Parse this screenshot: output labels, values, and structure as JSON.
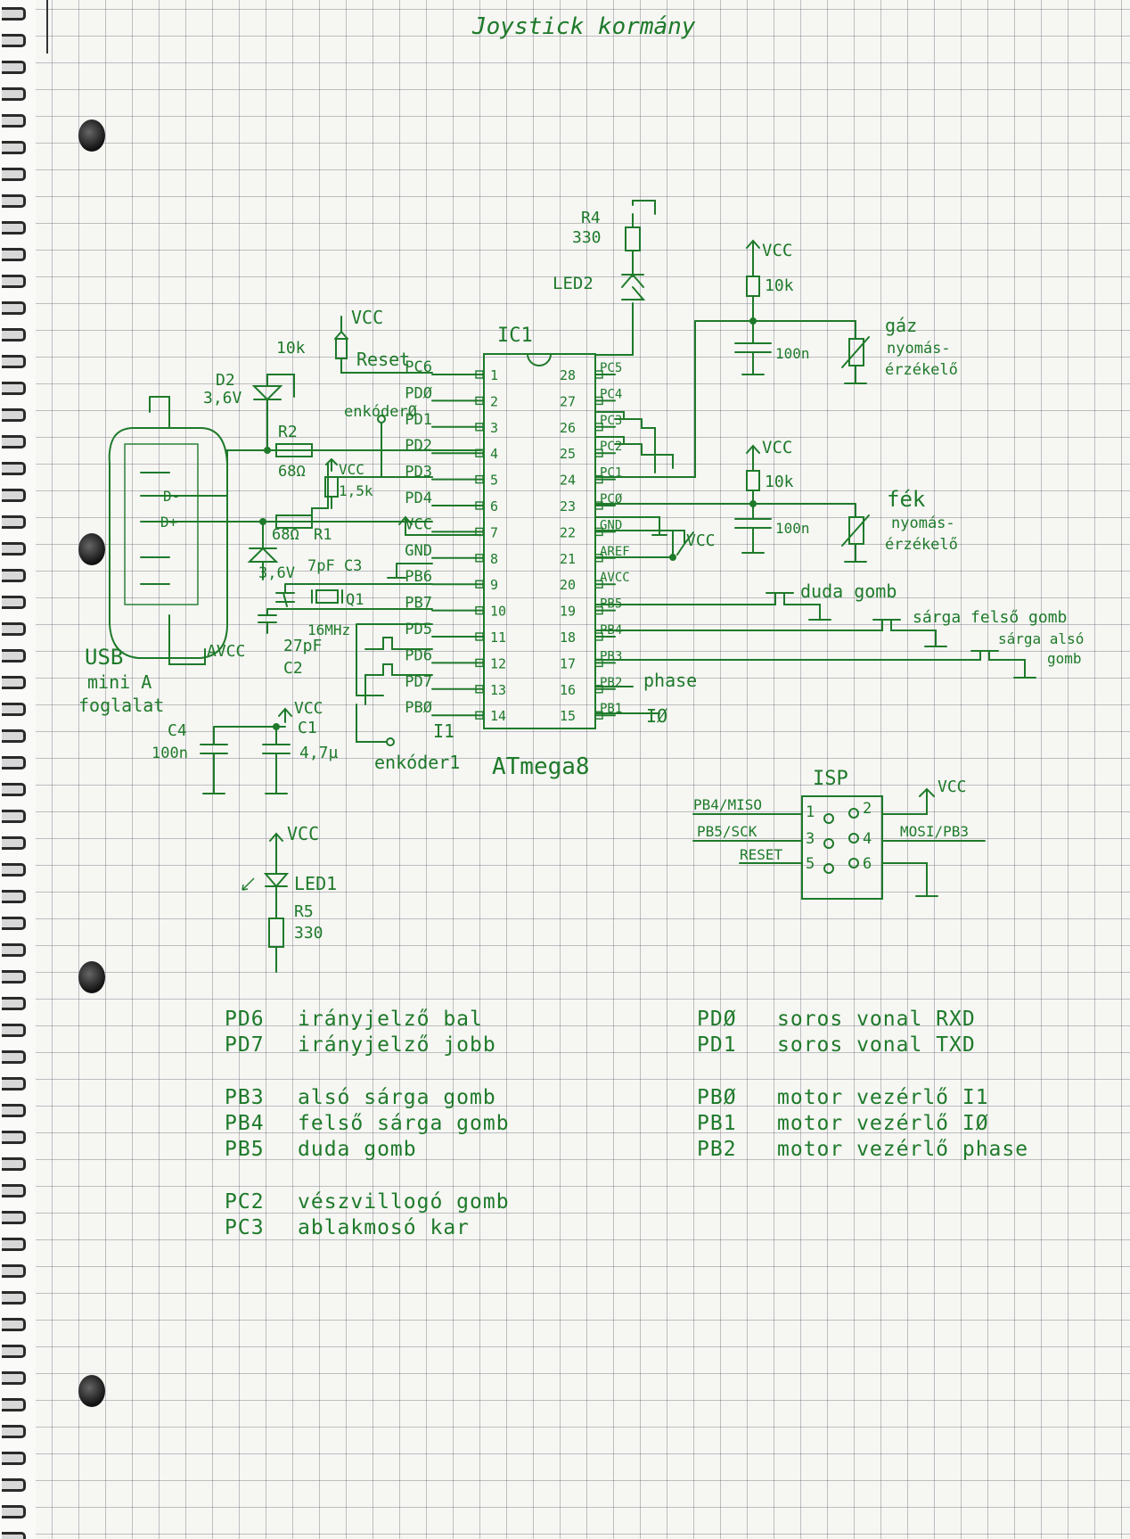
{
  "title": "Joystick kormány",
  "ic": {
    "ref": "IC1",
    "part": "ATmega8",
    "left_pins": [
      {
        "num": "1",
        "name": "PC6"
      },
      {
        "num": "2",
        "name": "PDØ"
      },
      {
        "num": "3",
        "name": "PD1"
      },
      {
        "num": "4",
        "name": "PD2"
      },
      {
        "num": "5",
        "name": "PD3"
      },
      {
        "num": "6",
        "name": "PD4"
      },
      {
        "num": "7",
        "name": "VCC"
      },
      {
        "num": "8",
        "name": "GND"
      },
      {
        "num": "9",
        "name": "PB6"
      },
      {
        "num": "10",
        "name": "PB7"
      },
      {
        "num": "11",
        "name": "PD5"
      },
      {
        "num": "12",
        "name": "PD6"
      },
      {
        "num": "13",
        "name": "PD7"
      },
      {
        "num": "14",
        "name": "PBØ"
      }
    ],
    "right_pins": [
      {
        "num": "28",
        "name": "PC5"
      },
      {
        "num": "27",
        "name": "PC4"
      },
      {
        "num": "26",
        "name": "PC3"
      },
      {
        "num": "25",
        "name": "PC2"
      },
      {
        "num": "24",
        "name": "PC1"
      },
      {
        "num": "23",
        "name": "PCØ"
      },
      {
        "num": "22",
        "name": "GND"
      },
      {
        "num": "21",
        "name": "AREF"
      },
      {
        "num": "20",
        "name": "AVCC"
      },
      {
        "num": "19",
        "name": "PB5"
      },
      {
        "num": "18",
        "name": "PB4"
      },
      {
        "num": "17",
        "name": "PB3"
      },
      {
        "num": "16",
        "name": "PB2"
      },
      {
        "num": "15",
        "name": "PB1"
      }
    ]
  },
  "labels": {
    "vcc": "VCC",
    "avcc": "AVCC",
    "reset": "Reset",
    "r_reset": "10k",
    "encoder0": "enkóderØ",
    "encoder1": "enkóder1",
    "i1": "I1",
    "phase": "phase",
    "i0": "IØ",
    "d2": "D2",
    "d2_val": "3,6V",
    "d1_val": "3,6V",
    "r2": "R2",
    "r2_val": "68Ω",
    "r1": "R1",
    "r1_val": "68Ω",
    "r_pull": "1,5k",
    "c3": "7pF C3",
    "q1": "Q1",
    "q1_val": "16MHz",
    "c2_val": "27pF",
    "c2": "C2",
    "c4": "C4",
    "c4_val": "100n",
    "c1": "C1",
    "c1_val": "4,7µ",
    "usb_dm": "D-",
    "usb_dp": "D+",
    "usb_1": "USB",
    "usb_2": "mini A",
    "usb_3": "foglalat",
    "r4": "R4",
    "r4_val": "330",
    "led2": "LED2",
    "led1": "LED1",
    "r5": "R5",
    "r5_val": "330",
    "r_gas": "10k",
    "c_gas": "100n",
    "gas_1": "gáz",
    "gas_2": "nyomás-",
    "gas_3": "érzékelő",
    "r_brake": "10k",
    "c_brake": "100n",
    "brake_1": "fék",
    "brake_2": "nyomás-",
    "brake_3": "érzékelő",
    "horn": "duda gomb",
    "yellow_top": "sárga felső gomb",
    "yellow_bot_1": "sárga alsó",
    "yellow_bot_2": "gomb",
    "isp": "ISP",
    "isp_miso": "PB4/MISO",
    "isp_sck": "PB5/SCK",
    "isp_reset": "RESET",
    "isp_mosi": "MOSI/PB3",
    "isp_pins": [
      "1",
      "2",
      "3",
      "4",
      "5",
      "6"
    ]
  },
  "notes_left": [
    [
      {
        "pin": "PD6",
        "desc": "irányjelző bal"
      },
      {
        "pin": "PD7",
        "desc": "irányjelző jobb"
      }
    ],
    [
      {
        "pin": "PB3",
        "desc": "alsó sárga gomb"
      },
      {
        "pin": "PB4",
        "desc": "felső sárga gomb"
      },
      {
        "pin": "PB5",
        "desc": "duda gomb"
      }
    ],
    [
      {
        "pin": "PC2",
        "desc": "vészvillogó gomb"
      },
      {
        "pin": "PC3",
        "desc": "ablakmosó kar"
      }
    ]
  ],
  "notes_right": [
    [
      {
        "pin": "PDØ",
        "desc": "soros vonal RXD"
      },
      {
        "pin": "PD1",
        "desc": "soros vonal TXD"
      }
    ],
    [
      {
        "pin": "PBØ",
        "desc": "motor vezérlő I1"
      },
      {
        "pin": "PB1",
        "desc": "motor vezérlő IØ"
      },
      {
        "pin": "PB2",
        "desc": "motor vezérlő phase"
      }
    ]
  ],
  "colors": {
    "ink": "#1e7a2a",
    "grid": "#5a5a6e"
  }
}
